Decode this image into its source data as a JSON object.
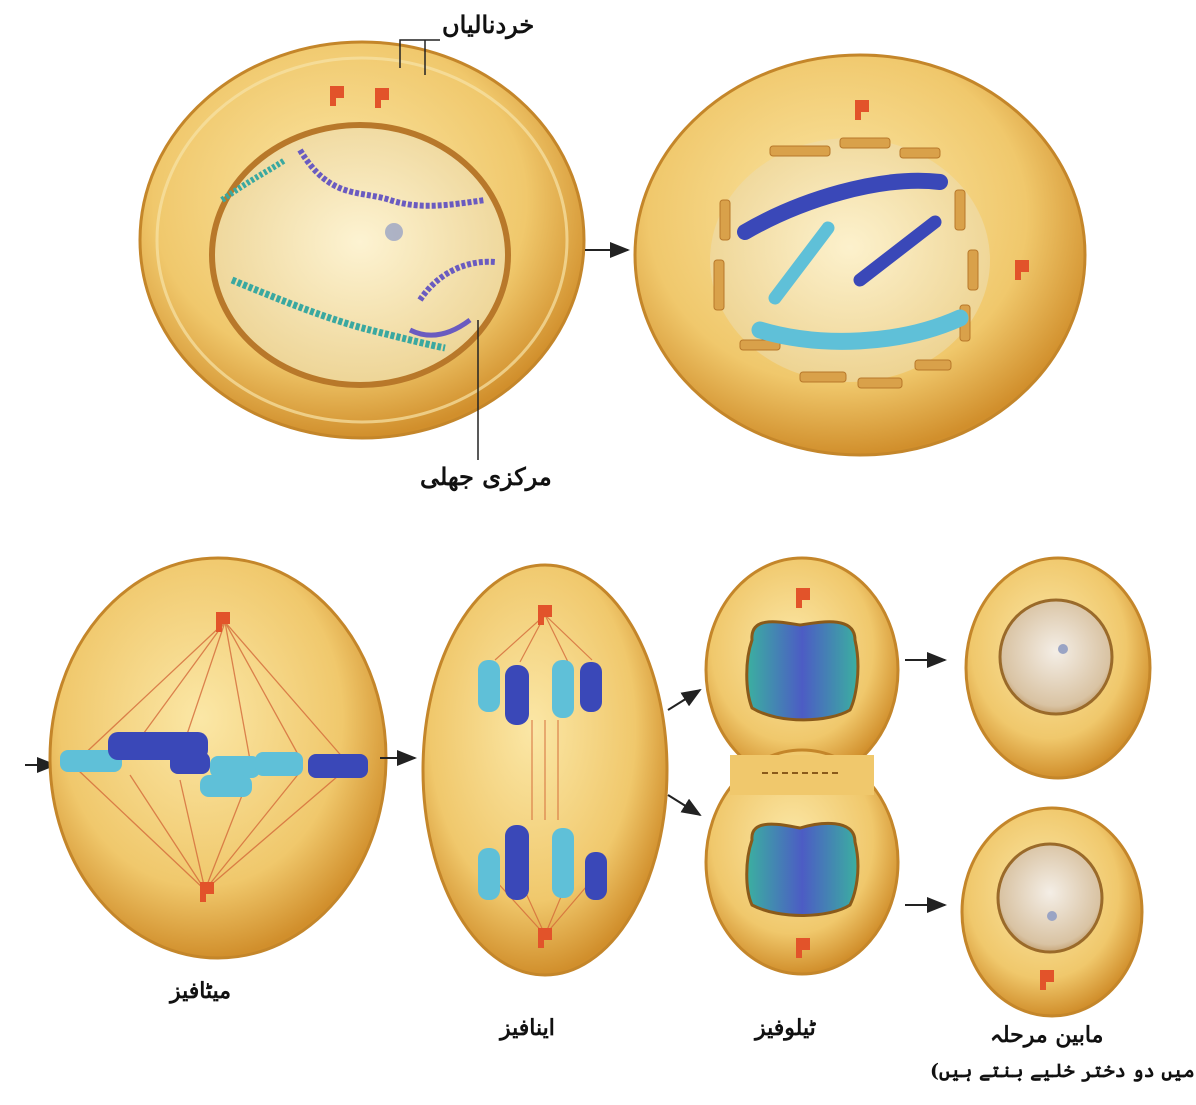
{
  "labels": {
    "microtubules": "خردنالیاں",
    "nuclear_membrane": "مرکزی جھلی",
    "metaphase": "میٹافیز",
    "anaphase": "اینافیز",
    "telophase": "ٹیلوفیز",
    "interphase": "مابین مرحلہ",
    "interphase_note": "(جس میں دو دختر خلیے بنتے ہیں)"
  },
  "colors": {
    "cytoplasm": "#f2cf7a",
    "cell_rim": "#d9962e",
    "nucleus": "#f7e6b4",
    "nuclear_membrane": "#c8872a",
    "centriole": "#e2532a",
    "chromosome_dark": "#3a48b8",
    "chromosome_light": "#5fc0d8",
    "chromatin_teal": "#3aa8a0",
    "chromatin_purple": "#6a5bc0",
    "spindle": "#d46a3a",
    "arrow": "#222222"
  }
}
